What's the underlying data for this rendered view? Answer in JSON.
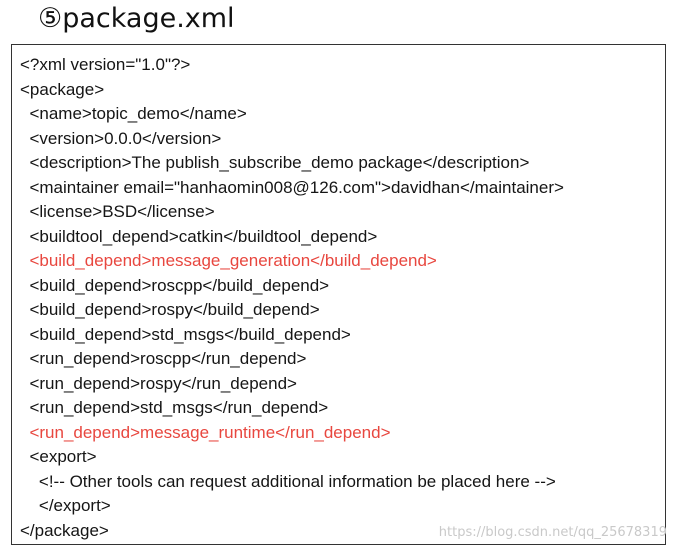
{
  "title": "⑤package.xml",
  "code_lines": [
    {
      "text": "<?xml version=\"1.0\"?>",
      "highlight": false
    },
    {
      "text": "<package>",
      "highlight": false
    },
    {
      "text": "  <name>topic_demo</name>",
      "highlight": false
    },
    {
      "text": "  <version>0.0.0</version>",
      "highlight": false
    },
    {
      "text": "  <description>The publish_subscribe_demo package</description>",
      "highlight": false
    },
    {
      "text": "  <maintainer email=\"hanhaomin008@126.com\">davidhan</maintainer>",
      "highlight": false
    },
    {
      "text": "  <license>BSD</license>",
      "highlight": false
    },
    {
      "text": "  <buildtool_depend>catkin</buildtool_depend>",
      "highlight": false
    },
    {
      "text": "  <build_depend>message_generation</build_depend>",
      "highlight": true
    },
    {
      "text": "  <build_depend>roscpp</build_depend>",
      "highlight": false
    },
    {
      "text": "  <build_depend>rospy</build_depend>",
      "highlight": false
    },
    {
      "text": "  <build_depend>std_msgs</build_depend>",
      "highlight": false
    },
    {
      "text": "  <run_depend>roscpp</run_depend>",
      "highlight": false
    },
    {
      "text": "  <run_depend>rospy</run_depend>",
      "highlight": false
    },
    {
      "text": "  <run_depend>std_msgs</run_depend>",
      "highlight": false
    },
    {
      "text": "  <run_depend>message_runtime</run_depend>",
      "highlight": true
    },
    {
      "text": "  <export>",
      "highlight": false
    },
    {
      "text": "    <!-- Other tools can request additional information be placed here -->",
      "highlight": false
    },
    {
      "text": "    </export>",
      "highlight": false
    },
    {
      "text": "</package>",
      "highlight": false
    }
  ],
  "watermark": "https://blog.csdn.net/qq_25678319",
  "colors": {
    "highlight": "#e8473f",
    "text": "#151515",
    "border": "#333333"
  }
}
